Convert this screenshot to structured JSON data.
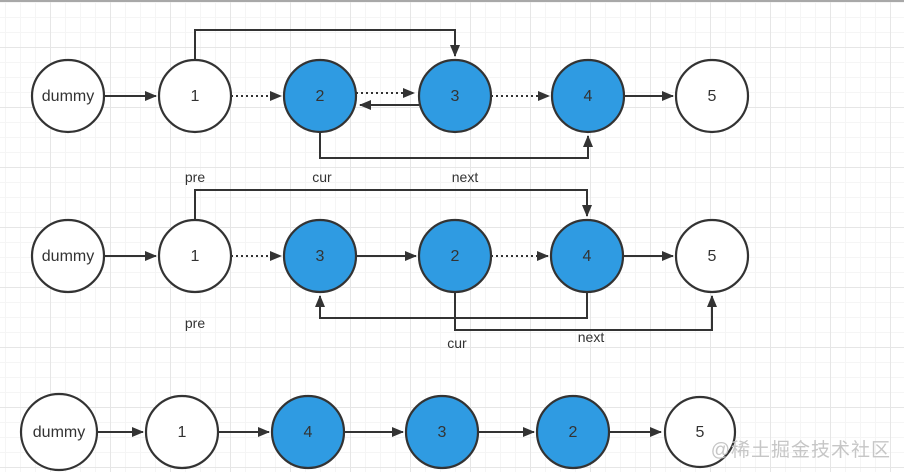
{
  "colors": {
    "node_fill_blue": "#2F9BE2",
    "node_fill_white": "#FFFFFF",
    "node_stroke": "#333333",
    "edge_stroke": "#333333",
    "label_text": "#333333",
    "watermark_text": "#C6C6C6",
    "grid_minor": "#F5F5F5",
    "grid_major": "#E6E6E6",
    "canvas_bg": "#FFFFFF"
  },
  "watermark": {
    "text": "@稀土掘金技术社区"
  },
  "rows": [
    {
      "name": "step-1",
      "nodes": [
        {
          "label": "dummy",
          "fill": "white"
        },
        {
          "label": "1",
          "fill": "white"
        },
        {
          "label": "2",
          "fill": "blue"
        },
        {
          "label": "3",
          "fill": "blue"
        },
        {
          "label": "4",
          "fill": "blue"
        },
        {
          "label": "5",
          "fill": "white"
        }
      ],
      "pointers": [
        {
          "text": "pre",
          "under_node": "1"
        },
        {
          "text": "cur",
          "under_node": "2"
        },
        {
          "text": "next",
          "under_node": "3"
        }
      ],
      "edges": [
        {
          "from": "dummy",
          "to": "1",
          "style": "solid"
        },
        {
          "from": "1",
          "to": "2",
          "style": "dotted"
        },
        {
          "from": "2",
          "to": "3",
          "style": "dotted"
        },
        {
          "from": "3",
          "to": "2",
          "style": "solid"
        },
        {
          "from": "3",
          "to": "4",
          "style": "dotted"
        },
        {
          "from": "4",
          "to": "5",
          "style": "solid"
        },
        {
          "from": "1",
          "to": "3",
          "style": "solid-elbow-over-top"
        },
        {
          "from": "2",
          "to": "4",
          "style": "solid-elbow-under-bottom"
        }
      ]
    },
    {
      "name": "step-2",
      "nodes": [
        {
          "label": "dummy",
          "fill": "white"
        },
        {
          "label": "1",
          "fill": "white"
        },
        {
          "label": "3",
          "fill": "blue"
        },
        {
          "label": "2",
          "fill": "blue"
        },
        {
          "label": "4",
          "fill": "blue"
        },
        {
          "label": "5",
          "fill": "white"
        }
      ],
      "pointers": [
        {
          "text": "pre",
          "under_node": "1"
        },
        {
          "text": "cur",
          "under_node": "2"
        },
        {
          "text": "next",
          "under_node": "4"
        }
      ],
      "edges": [
        {
          "from": "dummy",
          "to": "1",
          "style": "solid"
        },
        {
          "from": "1",
          "to": "3",
          "style": "dotted"
        },
        {
          "from": "3",
          "to": "2",
          "style": "solid"
        },
        {
          "from": "2",
          "to": "4",
          "style": "dotted"
        },
        {
          "from": "4",
          "to": "5",
          "style": "solid"
        },
        {
          "from": "1",
          "to": "4",
          "style": "solid-elbow-over-top"
        },
        {
          "from": "4",
          "to": "3",
          "style": "solid-elbow-under-bottom"
        },
        {
          "from": "2",
          "to": "5",
          "style": "solid-elbow-under-bottom"
        }
      ]
    },
    {
      "name": "step-3",
      "nodes": [
        {
          "label": "dummy",
          "fill": "white"
        },
        {
          "label": "1",
          "fill": "white"
        },
        {
          "label": "4",
          "fill": "blue"
        },
        {
          "label": "3",
          "fill": "blue"
        },
        {
          "label": "2",
          "fill": "blue"
        },
        {
          "label": "5",
          "fill": "white"
        }
      ],
      "pointers": [],
      "edges": [
        {
          "from": "dummy",
          "to": "1",
          "style": "solid"
        },
        {
          "from": "1",
          "to": "4",
          "style": "solid"
        },
        {
          "from": "4",
          "to": "3",
          "style": "solid"
        },
        {
          "from": "3",
          "to": "2",
          "style": "solid"
        },
        {
          "from": "2",
          "to": "5",
          "style": "solid"
        }
      ]
    }
  ]
}
